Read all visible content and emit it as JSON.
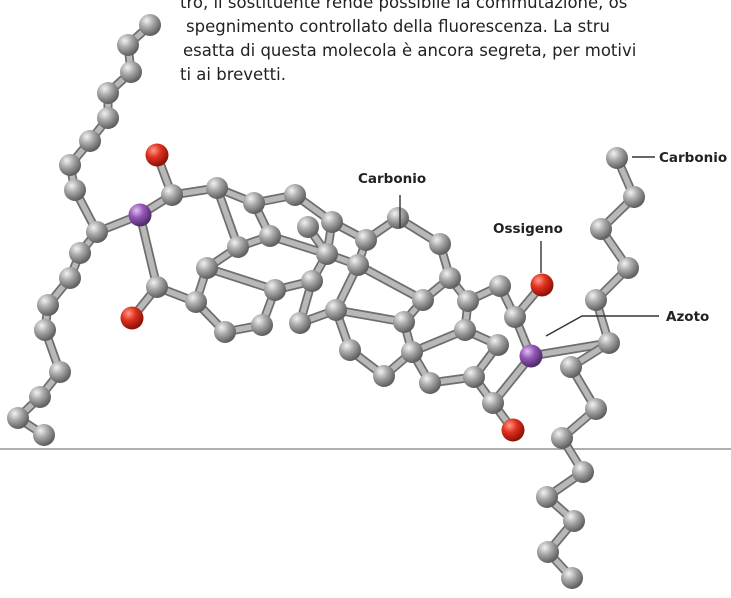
{
  "caption": {
    "lines": [
      "tro, il sostituente rende possibile la commutazione, os",
      "spegnimento controllato della fluorescenza. La stru",
      "esatta di questa molecola è ancora segreta, per motivi",
      "ti ai brevetti."
    ]
  },
  "labels": {
    "carbon_top_right": "Carbonio",
    "carbon_center": "Carbonio",
    "oxygen": "Ossigeno",
    "nitrogen": "Azoto"
  },
  "colors": {
    "carbon": "#9a9a9a",
    "oxygen": "#dd2a1c",
    "nitrogen": "#8a4fb0",
    "bond": "#b8b8b8",
    "rule": "#b0b0b0"
  }
}
